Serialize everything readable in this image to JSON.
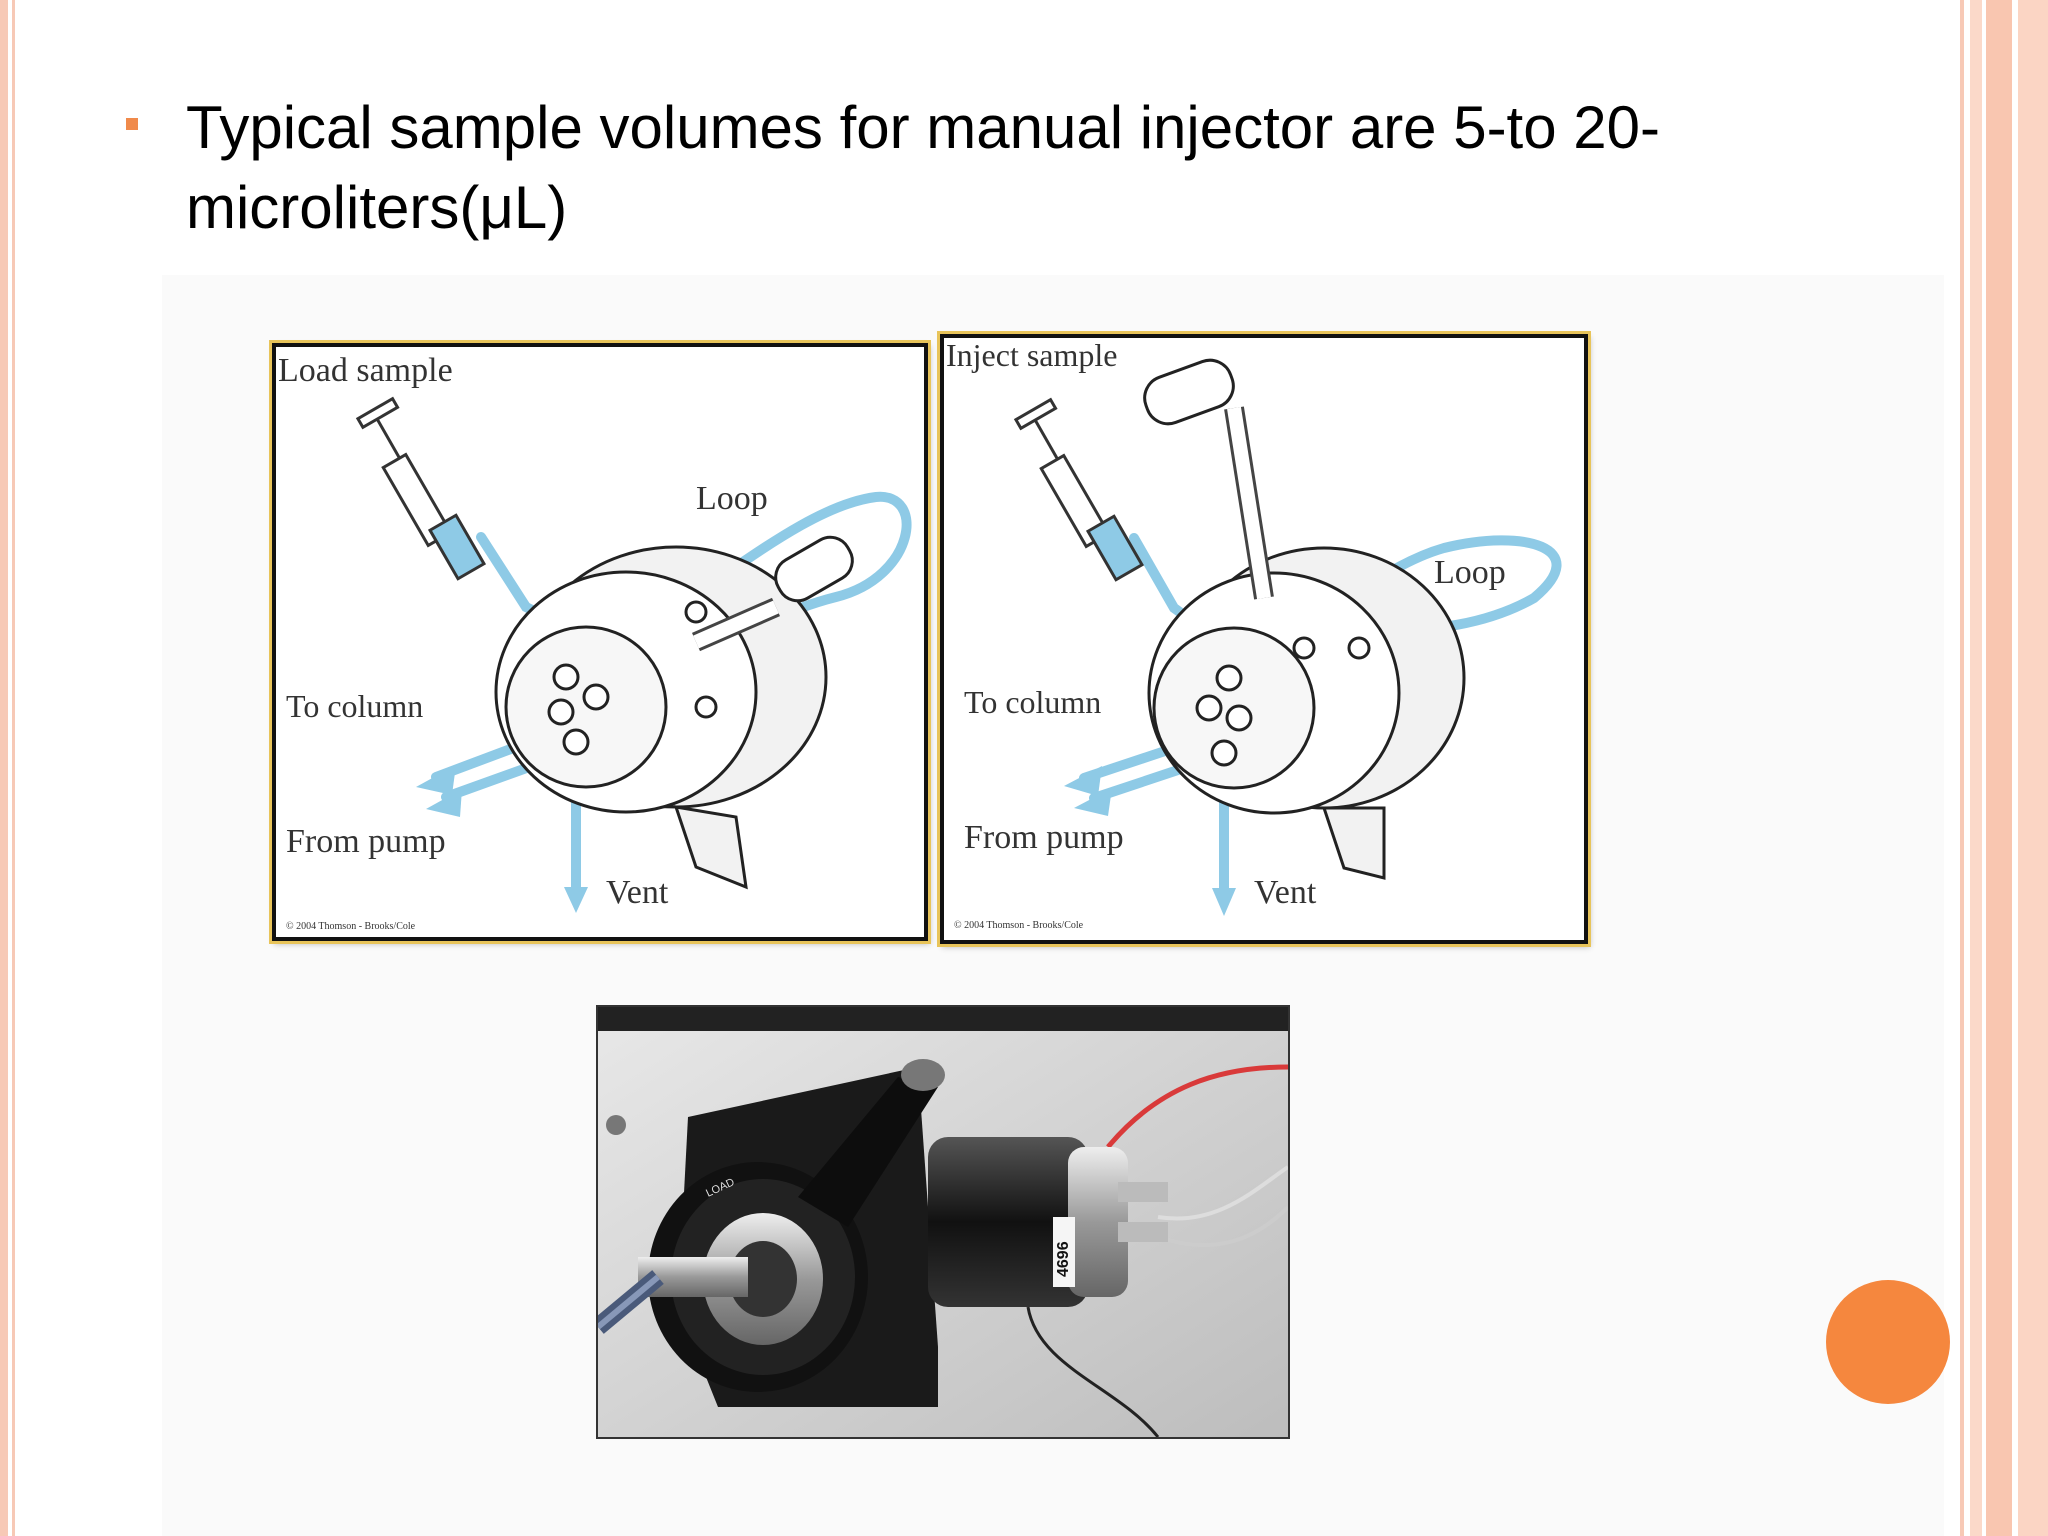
{
  "slide": {
    "bullet_text": "Typical sample volumes for manual injector are 5-to 20-microliters(μL)"
  },
  "diagrams": {
    "load": {
      "title": "Load sample",
      "loop": "Loop",
      "to_column": "To column",
      "from_pump": "From pump",
      "vent": "Vent",
      "credit": "© 2004 Thomson - Brooks/Cole"
    },
    "inject": {
      "title": "Inject sample",
      "loop": "Loop",
      "to_column": "To column",
      "from_pump": "From pump",
      "vent": "Vent",
      "credit": "© 2004 Thomson - Brooks/Cole"
    }
  },
  "photo": {
    "valve_label": "LOAD",
    "part_number": "4696"
  },
  "colors": {
    "accent": "#f5873e",
    "bullet": "#f08a4b",
    "flow": "#8ecae6",
    "panel_frame": "#e8c45a"
  }
}
